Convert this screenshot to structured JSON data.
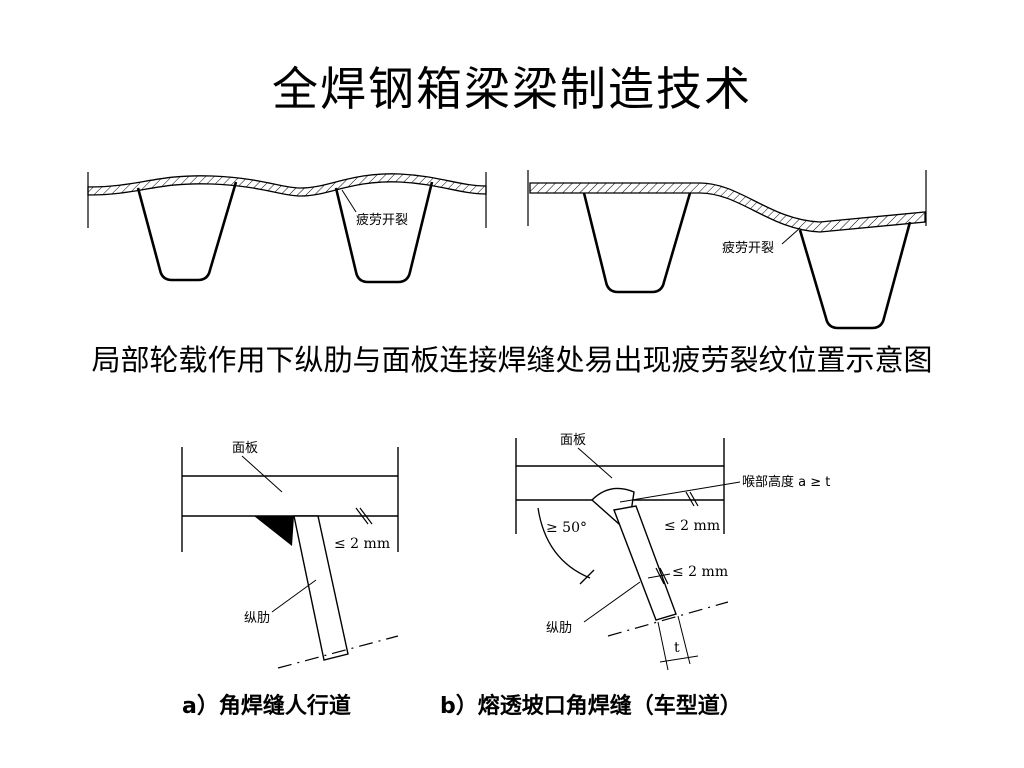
{
  "slide": {
    "title": "全焊钢箱梁梁制造技术",
    "subtitle": "局部轮载作用下纵肋与面板连接焊缝处易出现疲劳裂纹位置示意图"
  },
  "top_diagrams": {
    "left_label": "疲劳开裂",
    "right_label": "疲劳开裂"
  },
  "detail_a": {
    "deck_label": "面板",
    "rib_label": "纵肋",
    "gap_label": "≤ 2 mm",
    "caption": "a）角焊缝人行道"
  },
  "detail_b": {
    "deck_label": "面板",
    "rib_label": "纵肋",
    "throat_label": "喉部高度 a ≥ t",
    "angle_label": "≥ 50°",
    "gap_label_1": "≤ 2 mm",
    "gap_label_2": "≤ 2 mm",
    "thickness_label": "t",
    "caption": "b）熔透坡口角焊缝（车型道）"
  }
}
